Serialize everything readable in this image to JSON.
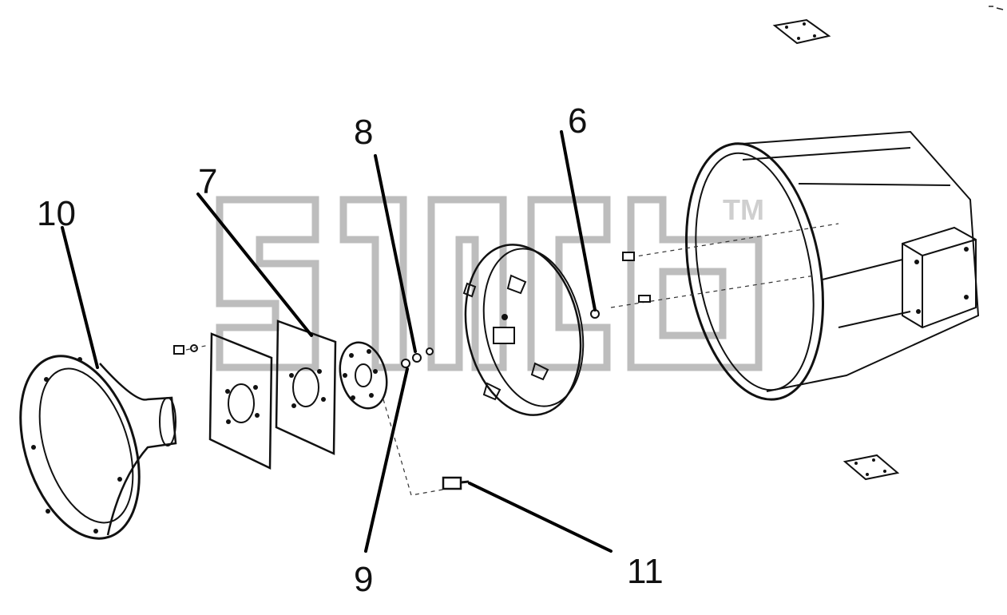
{
  "diagram": {
    "callouts": [
      {
        "id": "c10",
        "label": "10"
      },
      {
        "id": "c7",
        "label": "7"
      },
      {
        "id": "c8",
        "label": "8"
      },
      {
        "id": "c6",
        "label": "6"
      },
      {
        "id": "c9",
        "label": "9"
      },
      {
        "id": "c11",
        "label": "11"
      }
    ],
    "watermark": {
      "tm": "TM"
    }
  }
}
